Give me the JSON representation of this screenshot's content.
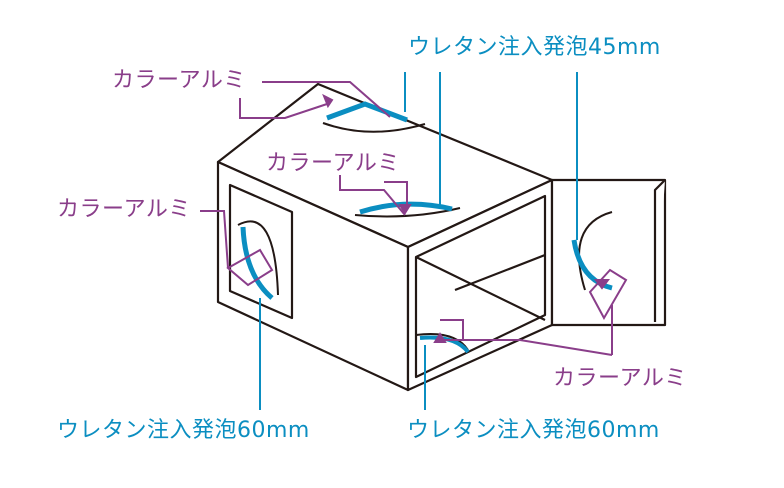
{
  "labels": {
    "foam_top": "ウレタン注入発泡45mm",
    "alu_top_left": "カラーアルミ",
    "alu_mid": "カラーアルミ",
    "alu_left": "カラーアルミ",
    "alu_right": "カラーアルミ",
    "foam_left": "ウレタン注入発泡60mm",
    "foam_right": "ウレタン注入発泡60mm"
  },
  "colors": {
    "purple": "#8a3e8a",
    "blue": "#0b8ec1",
    "line": "#231815",
    "box_fill": "#ffffff"
  }
}
